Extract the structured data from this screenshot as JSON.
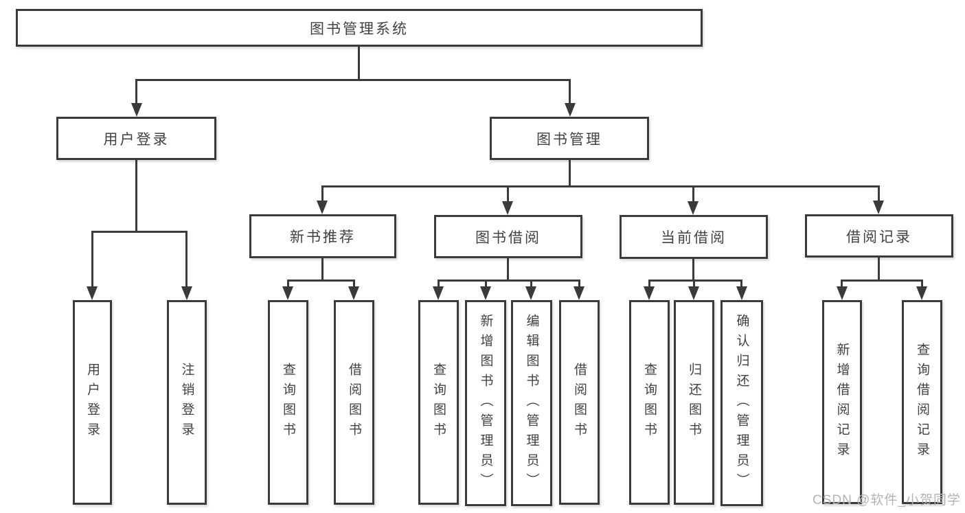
{
  "root": {
    "label": "图书管理系统"
  },
  "branches": {
    "login": {
      "label": "用户登录",
      "children": [
        "用户登录",
        "注销登录"
      ]
    },
    "management": {
      "label": "图书管理",
      "children": {
        "new_book": {
          "label": "新书推荐",
          "children": [
            "查询图书",
            "借阅图书"
          ]
        },
        "borrow": {
          "label": "图书借阅",
          "children": [
            "查询图书",
            "新增图书（管理员）",
            "编辑图书（管理员）",
            "借阅图书"
          ]
        },
        "current": {
          "label": "当前借阅",
          "children": [
            "查询图书",
            "归还图书",
            "确认归还（管理员）"
          ]
        },
        "records": {
          "label": "借阅记录",
          "children": [
            "新增借阅记录",
            "查询借阅记录"
          ]
        }
      }
    }
  },
  "watermark": "CSDN @软件_小贺同学",
  "colors": {
    "line": "#3a3a3a",
    "text": "#424242",
    "background": "#ffffff",
    "watermark": "#b3b3b3"
  }
}
